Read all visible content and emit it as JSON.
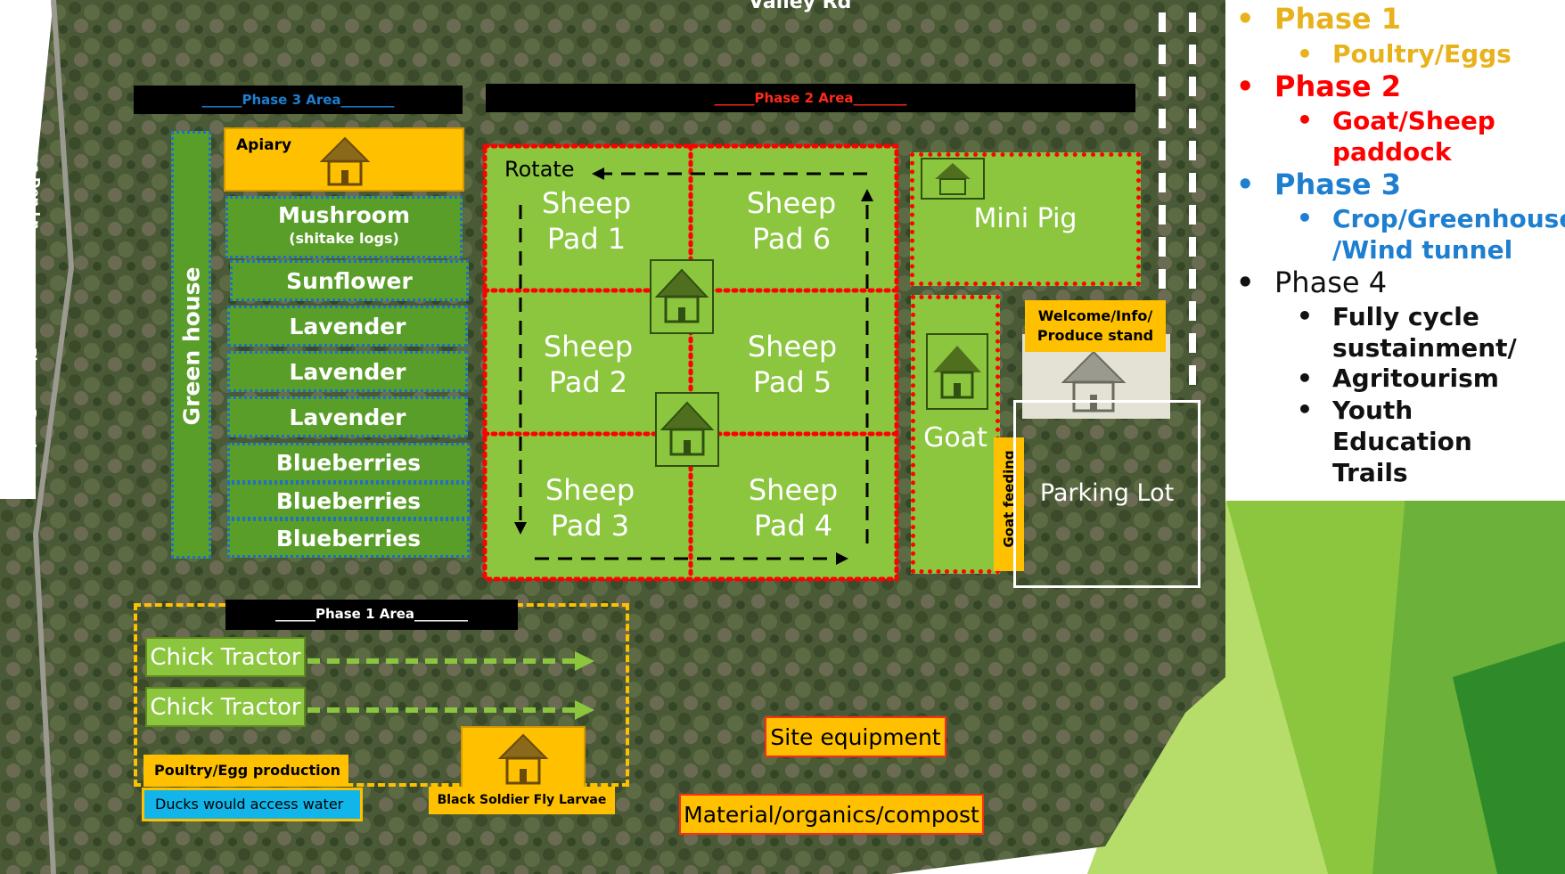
{
  "road": {
    "top": "Valley Rd",
    "side": "Fleeces Den Ln"
  },
  "areas": {
    "phase3": "______Phase 3 Area________",
    "phase2": "______Phase 2 Area________",
    "phase1": "______Phase 1 Area________"
  },
  "phase3": {
    "apiary": "Apiary",
    "greenhouse": "Green house",
    "mushroom": "Mushroom",
    "mushroom_sub": "(shitake logs)",
    "beds": [
      "Sunflower",
      "Lavender",
      "Lavender",
      "Lavender",
      "Blueberries",
      "Blueberries",
      "Blueberries"
    ]
  },
  "phase2": {
    "rotate": "Rotate",
    "pads": [
      {
        "line1": "Sheep",
        "line2": "Pad 1"
      },
      {
        "line1": "Sheep",
        "line2": "Pad 6"
      },
      {
        "line1": "Sheep",
        "line2": "Pad 2"
      },
      {
        "line1": "Sheep",
        "line2": "Pad 5"
      },
      {
        "line1": "Sheep",
        "line2": "Pad 3"
      },
      {
        "line1": "Sheep",
        "line2": "Pad 4"
      }
    ],
    "mini_pig": "Mini Pig",
    "goat": "Goat",
    "goat_feeding": "Goat feeding"
  },
  "misc": {
    "welcome": "Welcome/Info/ Produce stand",
    "parking": "Parking Lot",
    "site_equipment": "Site equipment",
    "compost": "Material/organics/compost"
  },
  "phase1": {
    "chick_tractor_1": "Chick Tractor",
    "chick_tractor_2": "Chick Tractor",
    "poultry": "Poultry/Egg production",
    "ducks": "Ducks would access water",
    "bsf": "Black Soldier Fly Larvae"
  },
  "legend": [
    {
      "title": "Phase 1",
      "color": "#e8b21c",
      "items": [
        "Poultry/Eggs"
      ]
    },
    {
      "title": "Phase 2",
      "color": "#ff0000",
      "items": [
        "Goat/Sheep paddock"
      ]
    },
    {
      "title": "Phase 3",
      "color": "#1e7fd0",
      "items": [
        "Crop/Greenhouse /Wind tunnel"
      ]
    },
    {
      "title": "Phase 4",
      "color": "#111111",
      "items": [
        "Fully cycle sustainment/",
        "Agritourism",
        "Youth Education Trails"
      ]
    }
  ],
  "colors": {
    "pad_green": "#8cc63f",
    "bed_green": "#5a9e2a",
    "phase2_border": "#ff0000",
    "phase3_border": "#1f6fc7",
    "phase1_border": "#ffc000"
  }
}
